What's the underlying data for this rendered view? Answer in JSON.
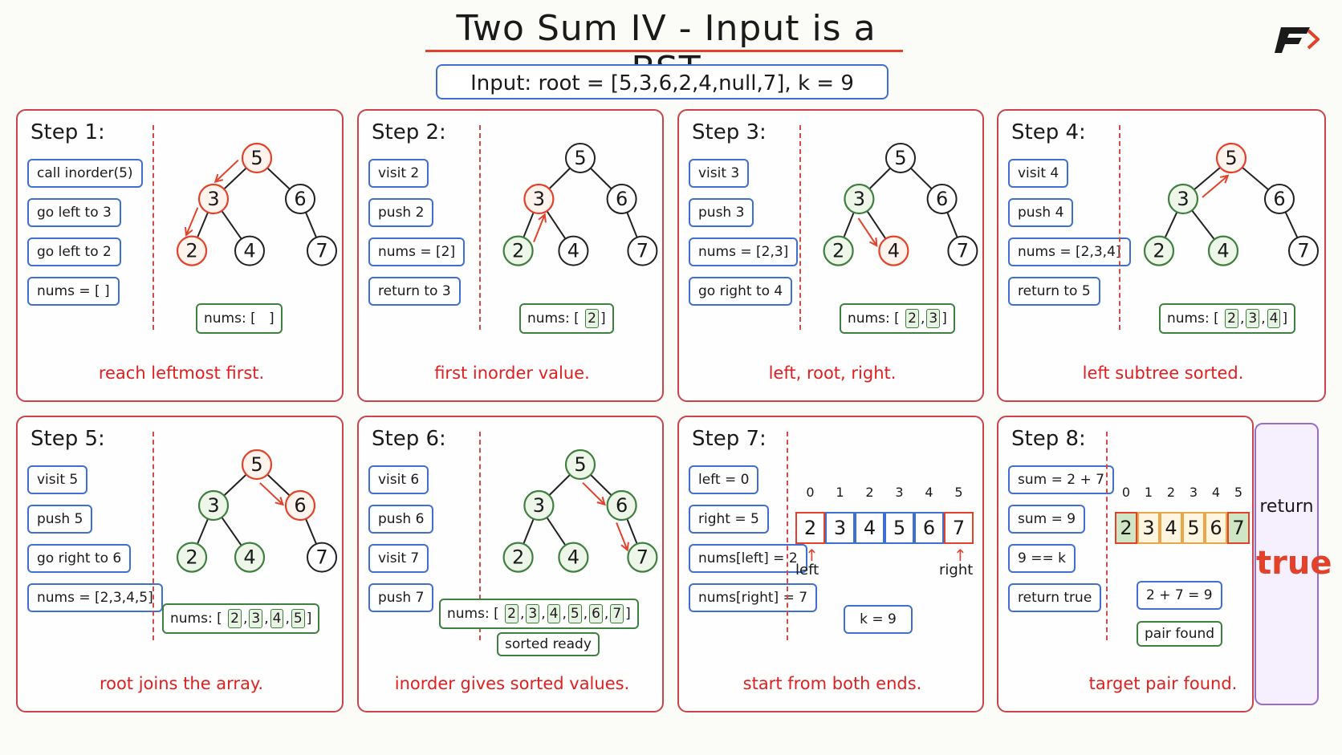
{
  "title": "Two Sum IV - Input is a BST",
  "input": "Input:  root = [5,3,6,2,4,null,7], k = 9",
  "colors": {
    "accent_red": "#e2422a",
    "blue": "#3f6fd0",
    "green": "#3f7f3f",
    "purple": "#9a6bd0"
  },
  "steps": [
    {
      "title": "Step 1:",
      "ops": [
        "call inorder(5)",
        "go left to 3",
        "go left to 2",
        "nums = [ ]"
      ],
      "nums_label": "nums:",
      "nums": [],
      "note": "reach leftmost first."
    },
    {
      "title": "Step 2:",
      "ops": [
        "visit 2",
        "push 2",
        "nums = [2]",
        "return to 3"
      ],
      "nums_label": "nums:",
      "nums": [
        "2"
      ],
      "note": "first inorder value."
    },
    {
      "title": "Step 3:",
      "ops": [
        "visit 3",
        "push 3",
        "nums = [2,3]",
        "go right to 4"
      ],
      "nums_label": "nums:",
      "nums": [
        "2",
        "3"
      ],
      "note": "left,  root,  right."
    },
    {
      "title": "Step 4:",
      "ops": [
        "visit 4",
        "push 4",
        "nums = [2,3,4]",
        "return to 5"
      ],
      "nums_label": "nums:",
      "nums": [
        "2",
        "3",
        "4"
      ],
      "note": "left subtree sorted."
    },
    {
      "title": "Step 5:",
      "ops": [
        "visit 5",
        "push 5",
        "go right to 6",
        "nums = [2,3,4,5]"
      ],
      "nums_label": "nums:",
      "nums": [
        "2",
        "3",
        "4",
        "5"
      ],
      "note": "root joins the array."
    },
    {
      "title": "Step 6:",
      "ops": [
        "visit 6",
        "push 6",
        "visit 7",
        "push 7"
      ],
      "nums_label": "nums:",
      "nums": [
        "2",
        "3",
        "4",
        "5",
        "6",
        "7"
      ],
      "extra": "sorted ready",
      "note": "inorder gives sorted values."
    },
    {
      "title": "Step 7:",
      "ops": [
        "left = 0",
        "right = 5",
        "nums[left] = 2",
        "nums[right] = 7"
      ],
      "indices": [
        "0",
        "1",
        "2",
        "3",
        "4",
        "5"
      ],
      "array": [
        "2",
        "3",
        "4",
        "5",
        "6",
        "7"
      ],
      "left_label": "left",
      "right_label": "right",
      "k_label": "k = 9",
      "note": "start from both ends."
    },
    {
      "title": "Step 8:",
      "ops": [
        "sum = 2 + 7",
        "sum = 9",
        "9 == k",
        "return true"
      ],
      "indices": [
        "0",
        "1",
        "2",
        "3",
        "4",
        "5"
      ],
      "array": [
        "2",
        "3",
        "4",
        "5",
        "6",
        "7"
      ],
      "check": "2 + 7 = 9",
      "found": "pair found",
      "return_label": "return",
      "return_value": "true",
      "note": "target pair found."
    }
  ]
}
